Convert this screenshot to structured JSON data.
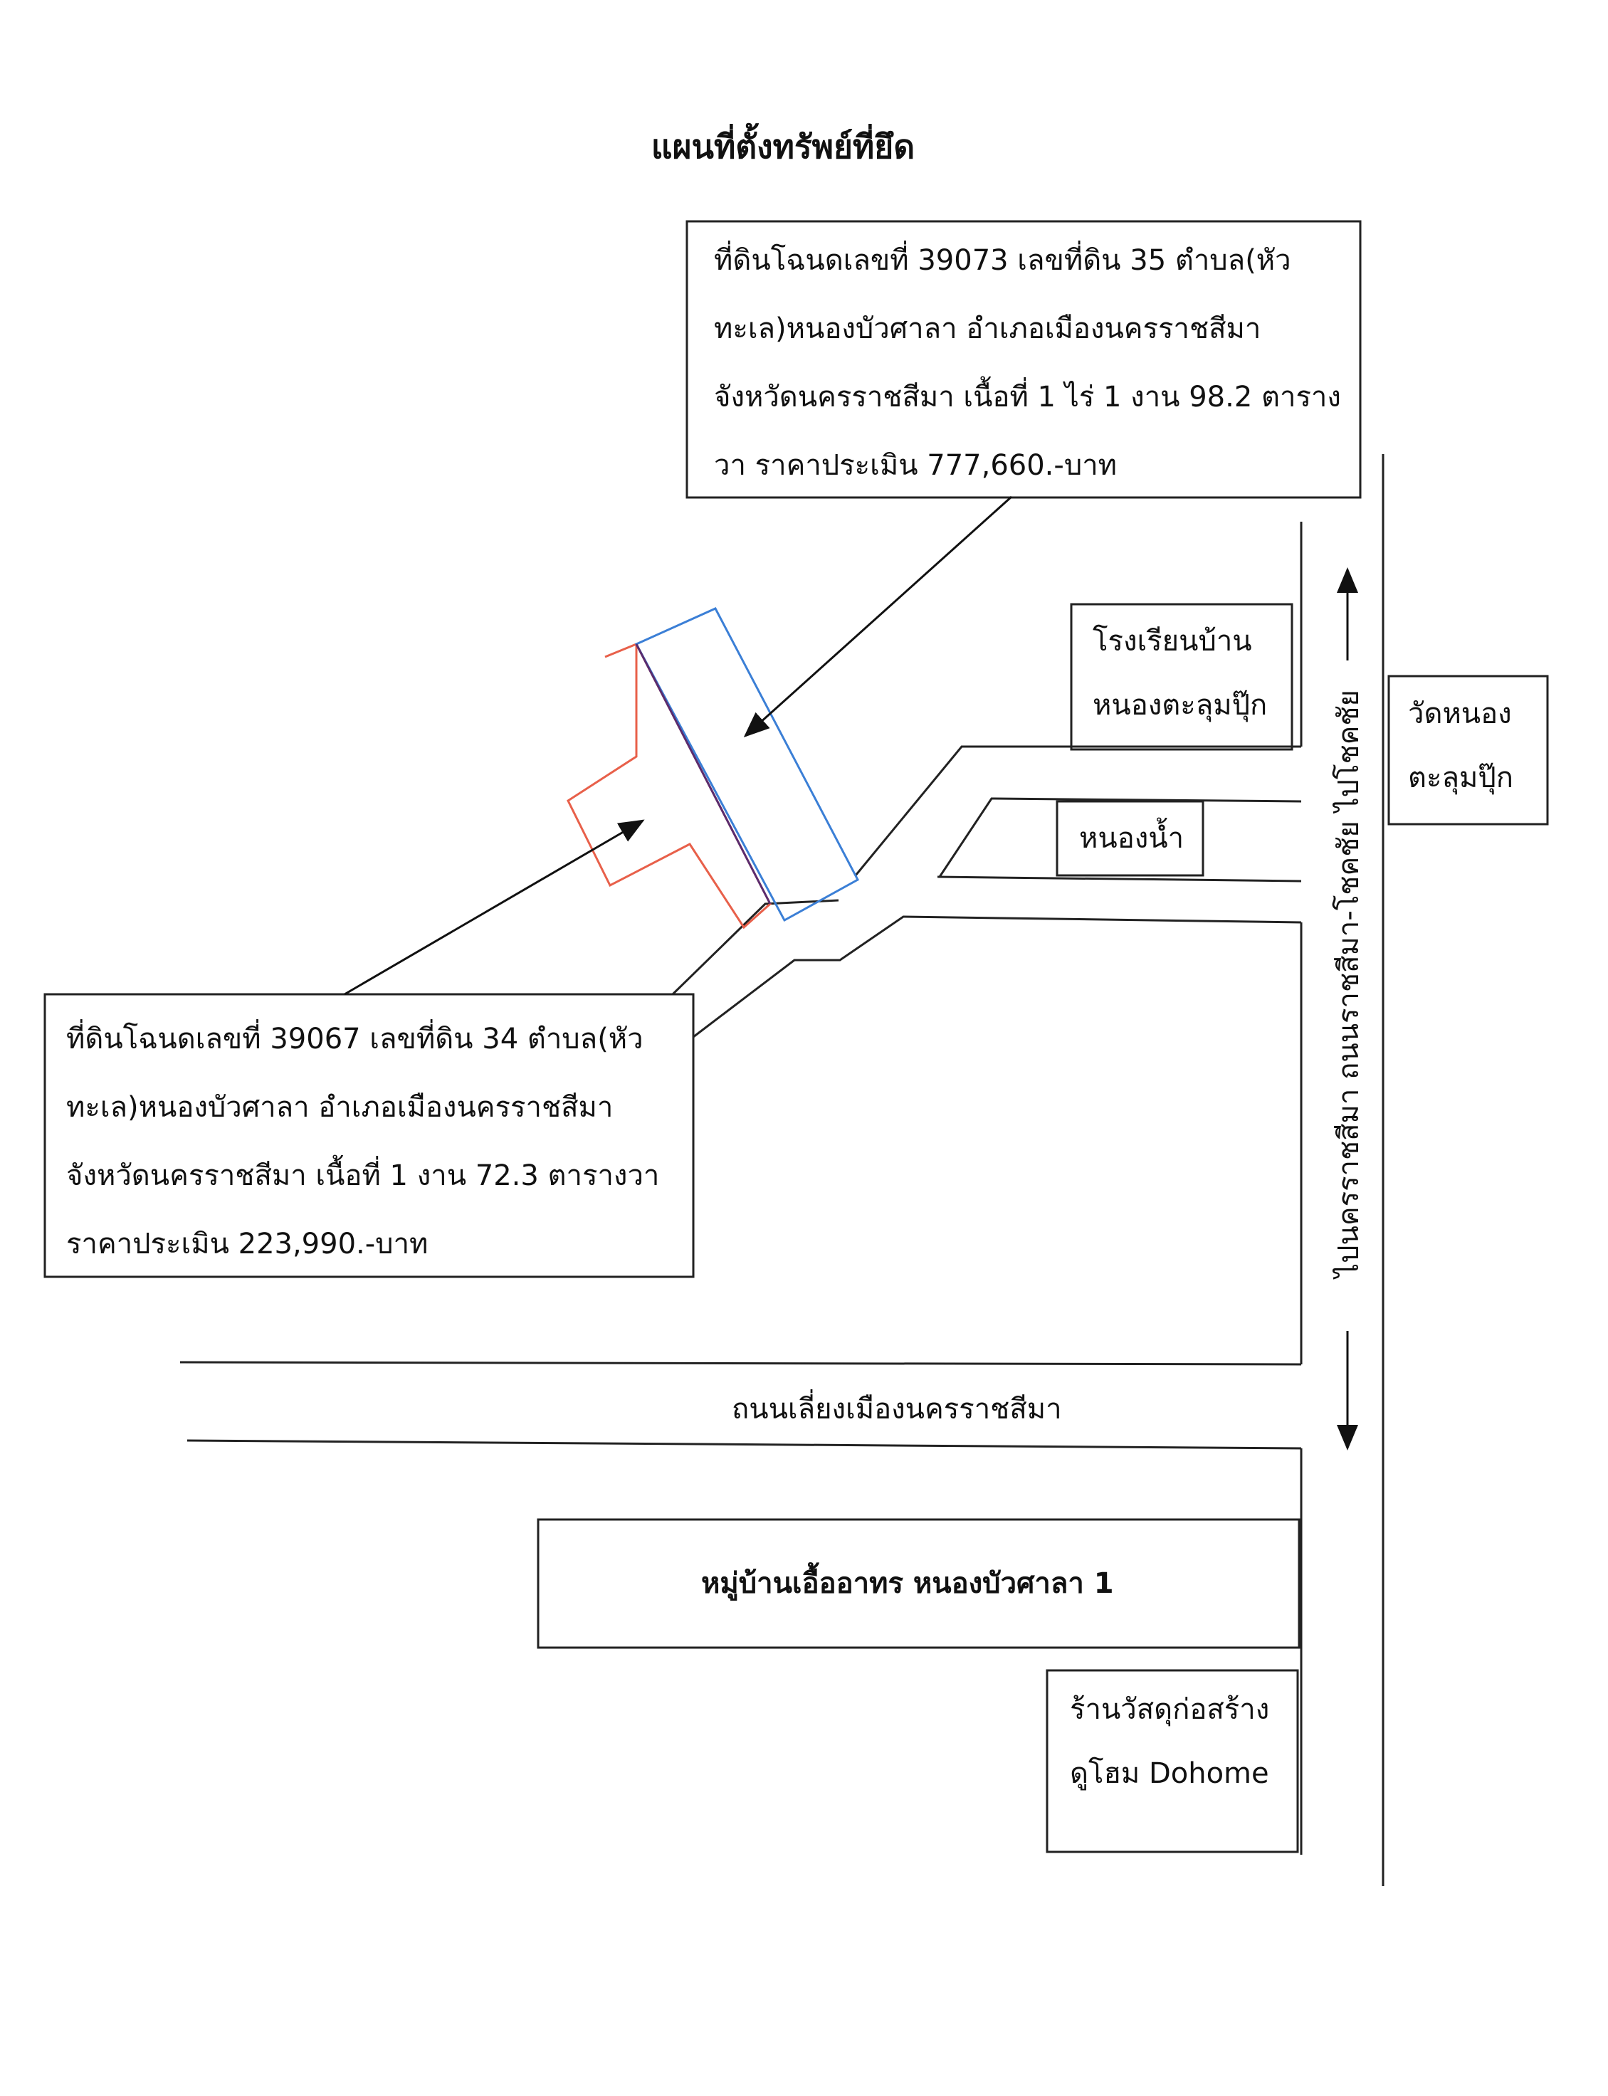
{
  "title": "แผนที่ตั้งทรัพย์ที่ยึด",
  "parcel_35": {
    "lines": [
      "ที่ดินโฉนดเลขที่ 39073 เลขที่ดิน 35 ตำบล(หัว",
      "ทะเล)หนองบัวศาลา อำเภอเมืองนครราชสีมา",
      "จังหวัดนครราชสีมา เนื้อที่ 1 ไร่ 1 งาน 98.2 ตาราง",
      "วา ราคาประเมิน 777,660.-บาท"
    ],
    "outline_color": "#3b7fd6"
  },
  "parcel_34": {
    "lines": [
      "ที่ดินโฉนดเลขที่ 39067 เลขที่ดิน 34 ตำบล(หัว",
      "ทะเล)หนองบัวศาลา  อำเภอเมืองนครราชสีมา",
      "จังหวัดนครราชสีมา เนื้อที่ 1 งาน 72.3 ตารางวา",
      "ราคาประเมิน 223,990.-บาท"
    ],
    "outline_color": "#e8604a"
  },
  "school": [
    "โรงเรียนบ้าน",
    "หนองตะลุมปุ๊ก"
  ],
  "temple": [
    "วัดหนอง",
    "ตะลุมปุ๊ก"
  ],
  "pond": "หนองน้ำ",
  "main_road": "ไปนครราชสีมา  ถนนราชสีมา-โชคชัย  ไปโชคชัย",
  "ring_road": "ถนนเลี่ยงเมืองนครราชสีมา",
  "village": "หมู่บ้านเอื้ออาทร หนองบัวศาลา 1",
  "store": [
    "ร้านวัสดุก่อสร้าง",
    "ดูโฮม Dohome"
  ]
}
